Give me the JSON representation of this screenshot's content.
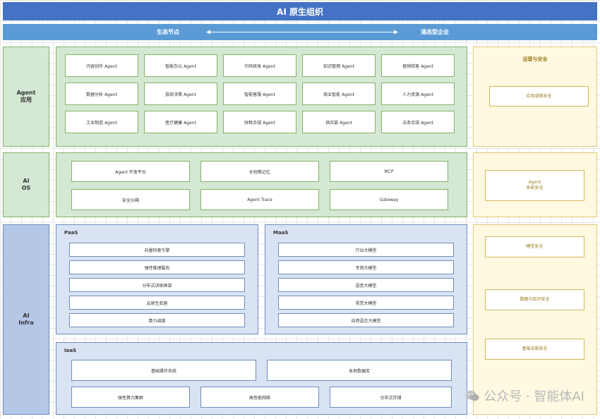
{
  "title": "AI 原生组织",
  "ecosystem": {
    "left": "生态节点",
    "right": "涌态型企业"
  },
  "layers": {
    "agent": "Agent\n应用",
    "aios": "AI\nOS",
    "infra": "AI\nInfra"
  },
  "agent_apps": [
    "内容创作 Agent",
    "智能办公 Agent",
    "代码研发 Agent",
    "知识管理 Agent",
    "营销获客 Agent",
    "数据分析 Agent",
    "投研决策 Agent",
    "智能客服 Agent",
    "商业智能 Agent",
    "人力资源 Agent",
    "工业制造 Agent",
    "医疗健康 Agent",
    "财税合规 Agent",
    "供应链 Agent",
    "法务合规 Agent"
  ],
  "aios_items": [
    "Agent 开发平台",
    "长短期记忆",
    "MCP",
    "安全沙箱",
    "Agent Trace",
    "Gateway"
  ],
  "paas": {
    "title": "PaaS",
    "items": [
      "向量检索引擎",
      "弹性推理服务",
      "分布式训练框架",
      "云原生底座",
      "算力调度"
    ]
  },
  "maas": {
    "title": "MaaS",
    "items": [
      "行业大模型",
      "专用大模型",
      "语音大模型",
      "视觉大模型",
      "自然语言大模型"
    ]
  },
  "iaas": {
    "title": "IaaS",
    "items": [
      "基础操作系统",
      "本地数据库",
      "弹性算力集群",
      "高性能网络",
      "分布式存储"
    ]
  },
  "security": {
    "title": "运营与安全",
    "items": [
      "应用道德安全",
      "Agent\n系统安全",
      "模型安全",
      "数据与知识安全",
      "基础设施安全"
    ]
  },
  "watermark": "公众号 · 智能体AI",
  "colors": {
    "title_bar": "#4472c4",
    "sub_bar": "#5b9bd5",
    "green": "#d5e8d4",
    "blue": "#dae3f3",
    "yellow": "#fff9e1"
  }
}
